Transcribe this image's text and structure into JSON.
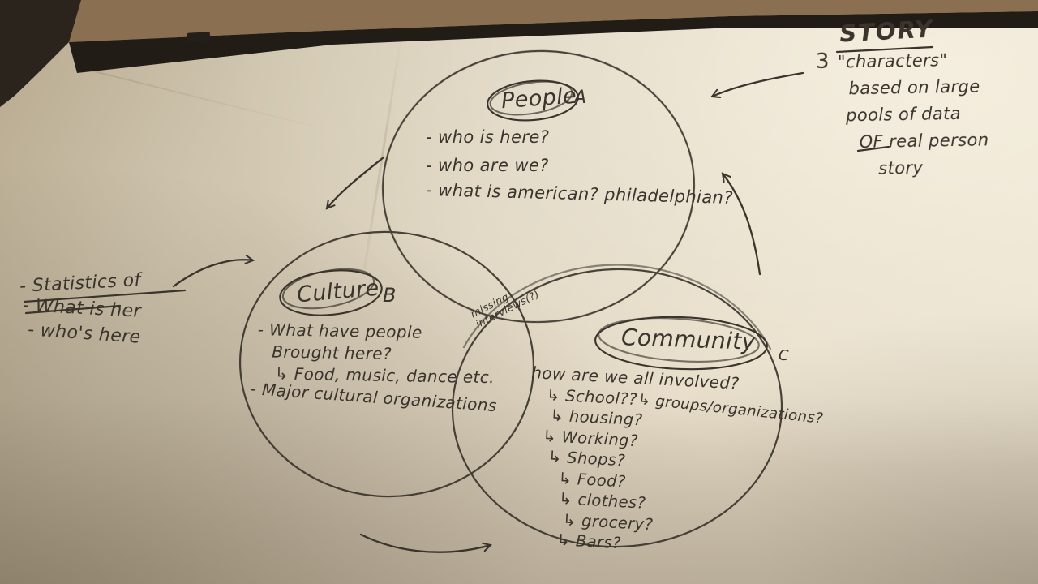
{
  "colors": {
    "ink": "#3a342c",
    "paper-light": "#eee5d2",
    "paper-mid": "#d9cfba",
    "paper-dark": "#a5977f",
    "cardboard": "#8a7050",
    "dark-edge": "#211c15"
  },
  "story_note": {
    "title": "STORY",
    "count": "3",
    "line1": "\"characters\"",
    "line2": "based on large",
    "line3": "pools of data",
    "line4_word": "OF",
    "line4_rest": " real person",
    "line5": "story"
  },
  "left_note": {
    "line1": "- Statistics of",
    "line2": "- What is her",
    "line3": "- who's here"
  },
  "center_note": {
    "line1": "missing",
    "line2": "interviews(?)"
  },
  "people": {
    "label": "People",
    "letter": "A",
    "items": [
      "- who is here?",
      "- who are we?",
      "- what is american? philadelphian?"
    ]
  },
  "culture": {
    "label": "Culture",
    "letter": "B",
    "items": [
      "- What have people",
      "Brought here?",
      "↳ Food, music, dance etc.",
      "- Major cultural organizations"
    ]
  },
  "community": {
    "label": "Community",
    "letter": "C",
    "heading": "how are we all involved?",
    "items": [
      "↳ School??",
      "↳ housing?",
      "↳ Working?",
      "↳ Shops?",
      "↳ Food?",
      "↳ clothes?",
      "↳ grocery?",
      "↳ Bars?"
    ],
    "side_item": "↳ groups/organizations?"
  }
}
